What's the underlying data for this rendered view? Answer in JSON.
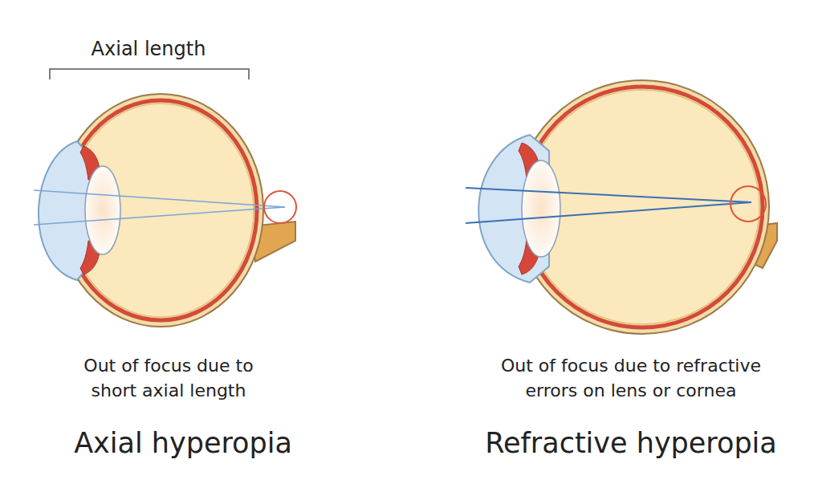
{
  "diagram": {
    "labels": [
      "Axial length",
      "Out of focus due to short axial length",
      "Out of focus due to refractive errors on lens or cornea",
      "Axial hyperopia",
      "Refractive hyperopia"
    ]
  }
}
